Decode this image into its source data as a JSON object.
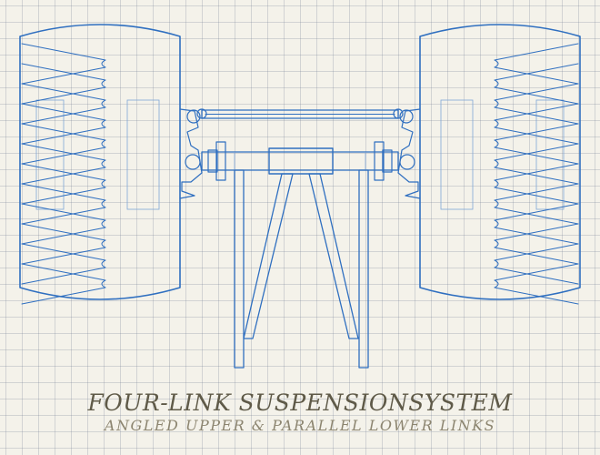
{
  "caption": {
    "title": "FOUR-LINK SUSPENSIONSYSTEM",
    "subtitle": "ANGLED UPPER & PARALLEL LOWER LINKS"
  },
  "colors": {
    "paper": "#f4f2ea",
    "grid": "#9aa3b3",
    "ink": "#2f6fc0",
    "caption": "#6b6552"
  },
  "diagram": {
    "components": [
      "left-wheel",
      "right-wheel",
      "upper-link",
      "axle-housing",
      "center-differential",
      "lower-links",
      "frame-uprights"
    ],
    "tread_pattern": "chevron",
    "chevron_rows": 12
  }
}
